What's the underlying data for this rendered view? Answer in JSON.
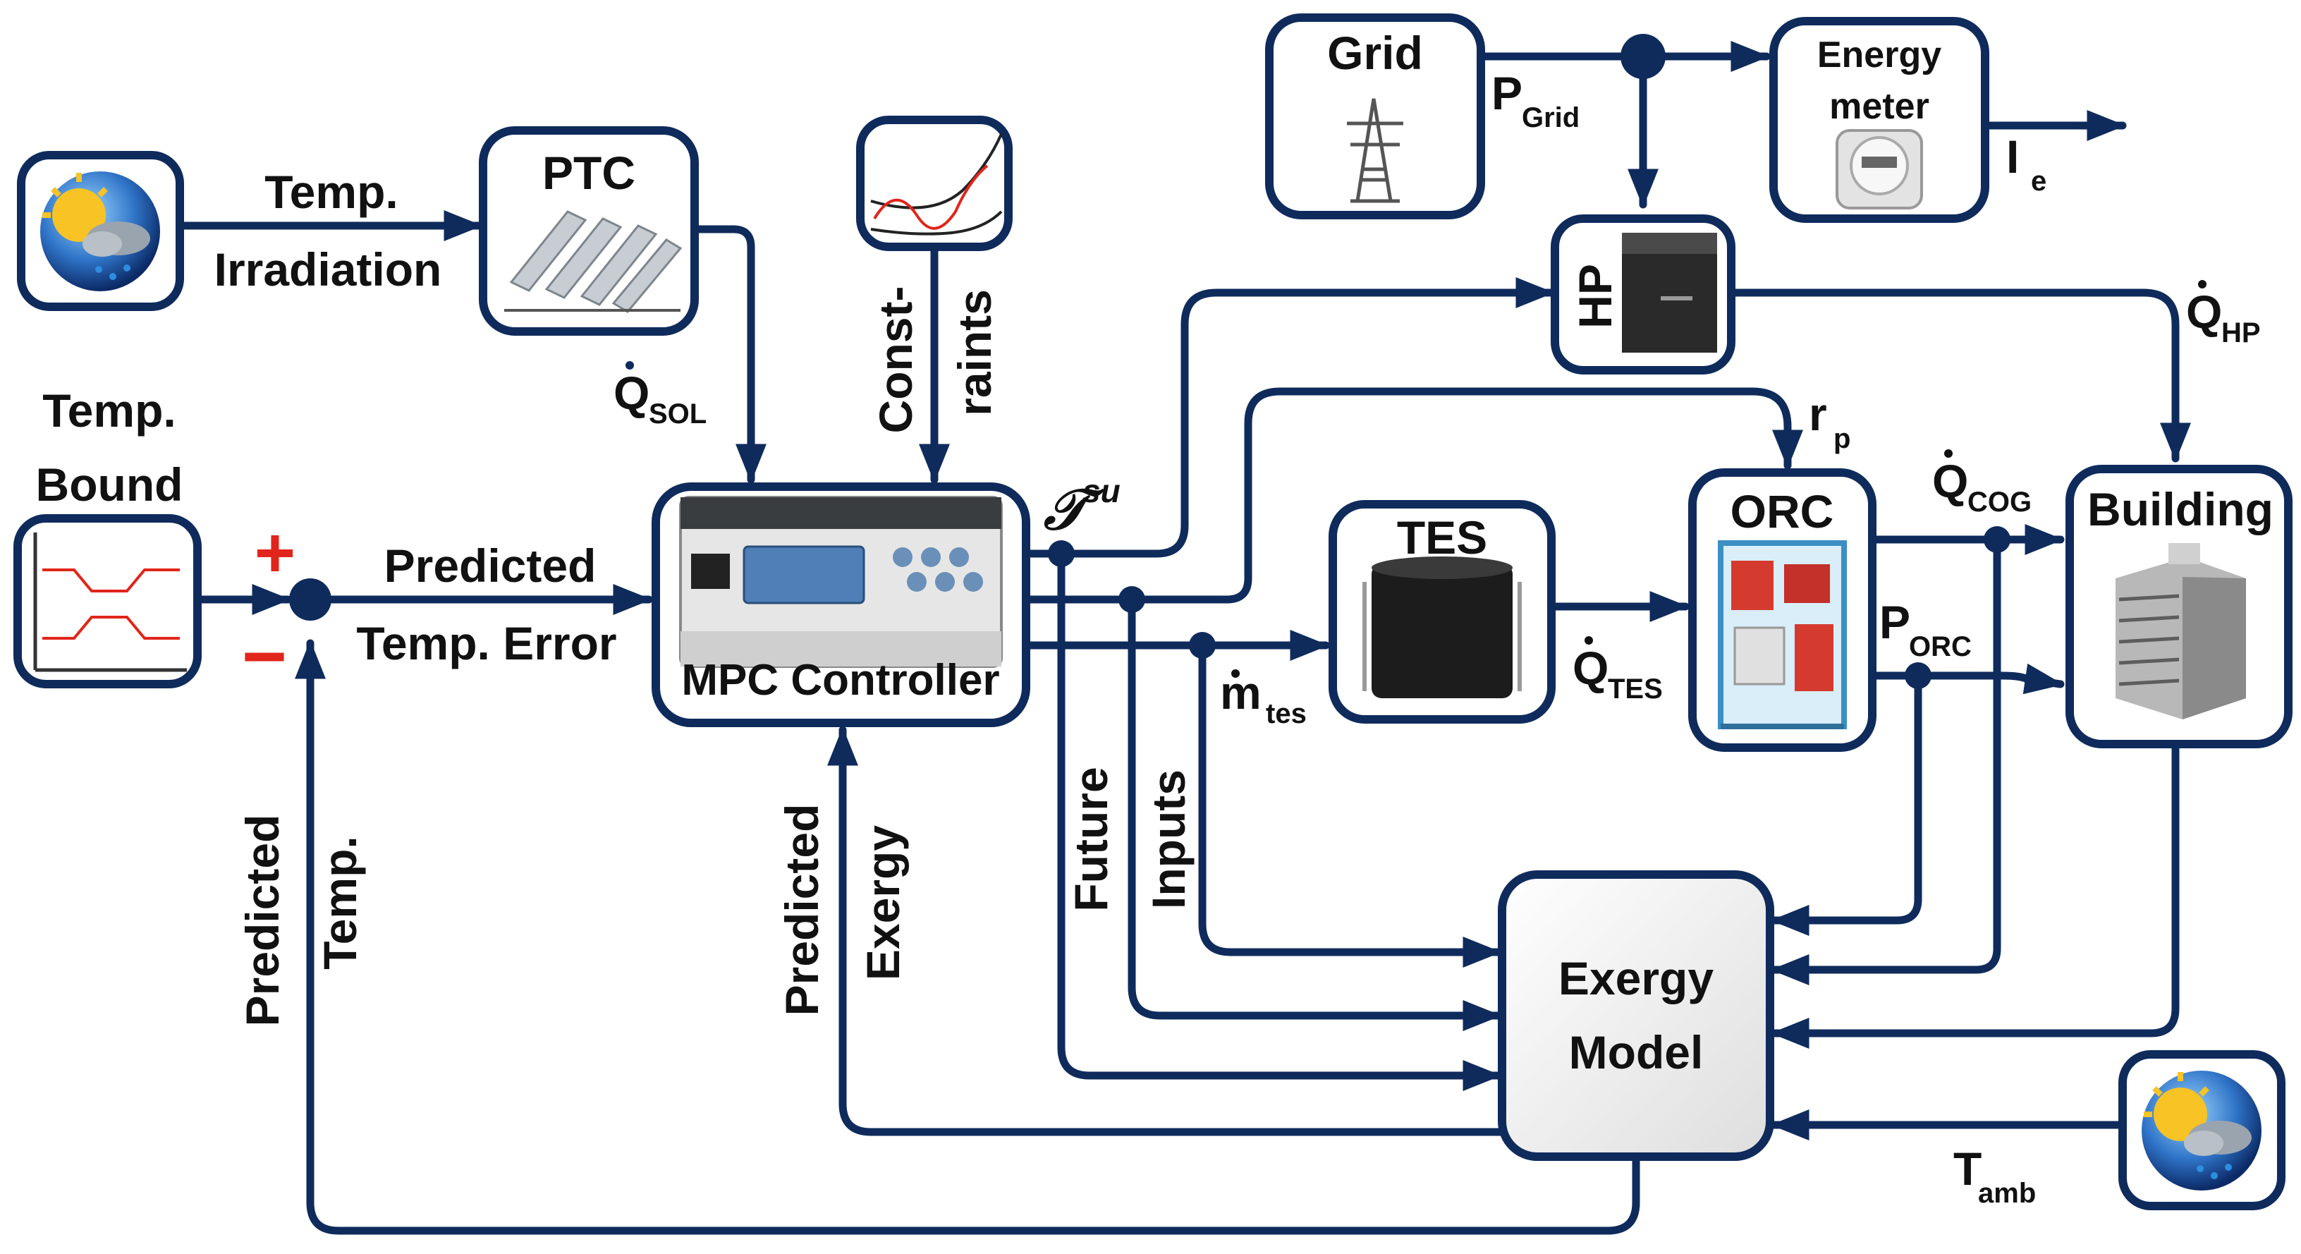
{
  "colors": {
    "line": "#0f2b5c",
    "sign": "#e1251b",
    "node_fill": "#ffffff",
    "model_fill": "#f0f0f0"
  },
  "icons": [
    "weather-icon",
    "solar-collector-icon",
    "constraint-plot-icon",
    "temperature-bound-plot-icon",
    "controller-device-icon",
    "thermal-storage-tank-icon",
    "orc-unit-icon",
    "building-icon",
    "heat-pump-icon",
    "transmission-tower-icon",
    "electric-meter-icon"
  ],
  "blocks": {
    "ptc": "PTC",
    "mpc": "MPC Controller",
    "tes": "TES",
    "orc": "ORC",
    "building": "Building",
    "hp": "HP",
    "grid": "Grid",
    "meter_l1": "Energy",
    "meter_l2": "meter",
    "exergy_l1": "Exergy",
    "exergy_l2": "Model"
  },
  "labels": {
    "temp": "Temp.",
    "irradiation": "Irradiation",
    "temp_bound_l1": "Temp.",
    "temp_bound_l2": "Bound",
    "plus": "+",
    "minus": "−",
    "pred_err_l1": "Predicted",
    "pred_err_l2": "Temp. Error",
    "q_sol": "Q",
    "q_sol_sub": "SOL",
    "constraints_l1": "Const-",
    "constraints_l2": "raints",
    "tsu": "𝒯",
    "tsu_sup": "su",
    "m_tes": "m",
    "m_tes_sub": "tes",
    "future": "Future",
    "inputs": "Inputs",
    "q_tes": "Q",
    "q_tes_sub": "TES",
    "r_p": "r",
    "r_p_sub": "p",
    "q_cog": "Q",
    "q_cog_sub": "COG",
    "p_orc": "P",
    "p_orc_sub": "ORC",
    "q_hp": "Q",
    "q_hp_sub": "HP",
    "p_grid": "P",
    "p_grid_sub": "Grid",
    "i_e": "I",
    "i_e_sub": "e",
    "t_amb": "T",
    "t_amb_sub": "amb",
    "pred_exergy_l1": "Predicted",
    "pred_exergy_l2": "Exergy",
    "pred_temp_l1": "Predicted",
    "pred_temp_l2": "Temp."
  }
}
